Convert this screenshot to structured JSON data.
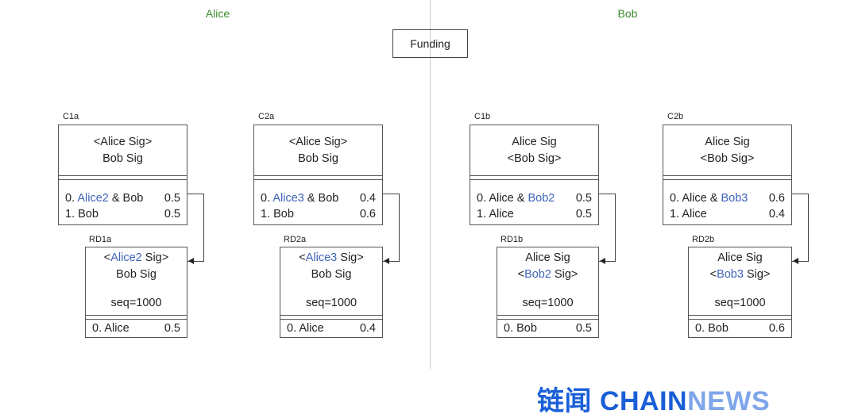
{
  "parties": {
    "left": "Alice",
    "right": "Bob"
  },
  "funding": "Funding",
  "commitments": [
    {
      "label": "C1a",
      "sig1": {
        "pre": "<Alice Sig>",
        "hl": "",
        "post": ""
      },
      "sig2": {
        "pre": "Bob Sig",
        "hl": "",
        "post": ""
      },
      "outputs": [
        {
          "pre": "0. ",
          "hl": "Alice2",
          "post": " & Bob",
          "amount": "0.5"
        },
        {
          "pre": "1. Bob",
          "hl": "",
          "post": "",
          "amount": "0.5"
        }
      ],
      "rd": {
        "label": "RD1a",
        "sig1": {
          "pre": "<",
          "hl": "Alice2",
          "post": " Sig>"
        },
        "sig2": {
          "pre": "Bob Sig",
          "hl": "",
          "post": ""
        },
        "seq": "seq=1000",
        "output": {
          "name": "0. Alice",
          "amount": "0.5"
        }
      }
    },
    {
      "label": "C2a",
      "sig1": {
        "pre": "<Alice Sig>",
        "hl": "",
        "post": ""
      },
      "sig2": {
        "pre": "Bob Sig",
        "hl": "",
        "post": ""
      },
      "outputs": [
        {
          "pre": "0. ",
          "hl": "Alice3",
          "post": " & Bob",
          "amount": "0.4"
        },
        {
          "pre": "1. Bob",
          "hl": "",
          "post": "",
          "amount": "0.6"
        }
      ],
      "rd": {
        "label": "RD2a",
        "sig1": {
          "pre": "<",
          "hl": "Alice3",
          "post": " Sig>"
        },
        "sig2": {
          "pre": "Bob Sig",
          "hl": "",
          "post": ""
        },
        "seq": "seq=1000",
        "output": {
          "name": "0. Alice",
          "amount": "0.4"
        }
      }
    },
    {
      "label": "C1b",
      "sig1": {
        "pre": "Alice Sig",
        "hl": "",
        "post": ""
      },
      "sig2": {
        "pre": "<Bob Sig>",
        "hl": "",
        "post": ""
      },
      "outputs": [
        {
          "pre": "0. Alice & ",
          "hl": "Bob2",
          "post": "",
          "amount": "0.5"
        },
        {
          "pre": "1. Alice",
          "hl": "",
          "post": "",
          "amount": "0.5"
        }
      ],
      "rd": {
        "label": "RD1b",
        "sig1": {
          "pre": "Alice Sig",
          "hl": "",
          "post": ""
        },
        "sig2": {
          "pre": "<",
          "hl": "Bob2",
          "post": " Sig>"
        },
        "seq": "seq=1000",
        "output": {
          "name": "0. Bob",
          "amount": "0.5"
        }
      }
    },
    {
      "label": "C2b",
      "sig1": {
        "pre": "Alice Sig",
        "hl": "",
        "post": ""
      },
      "sig2": {
        "pre": "<Bob Sig>",
        "hl": "",
        "post": ""
      },
      "outputs": [
        {
          "pre": "0. Alice & ",
          "hl": "Bob3",
          "post": "",
          "amount": "0.6"
        },
        {
          "pre": "1. Alice",
          "hl": "",
          "post": "",
          "amount": "0.4"
        }
      ],
      "rd": {
        "label": "RD2b",
        "sig1": {
          "pre": "Alice Sig",
          "hl": "",
          "post": ""
        },
        "sig2": {
          "pre": "<",
          "hl": "Bob3",
          "post": " Sig>"
        },
        "seq": "seq=1000",
        "output": {
          "name": "0. Bob",
          "amount": "0.6"
        }
      }
    }
  ],
  "watermark": {
    "cn": "链闻",
    "a": "CHAIN",
    "b": "NEWS"
  },
  "colors": {
    "highlight": "#3d63b8",
    "party": "#3a8a2a",
    "logoDark": "#1a5fd8",
    "logoLight": "#7fa6ea"
  }
}
